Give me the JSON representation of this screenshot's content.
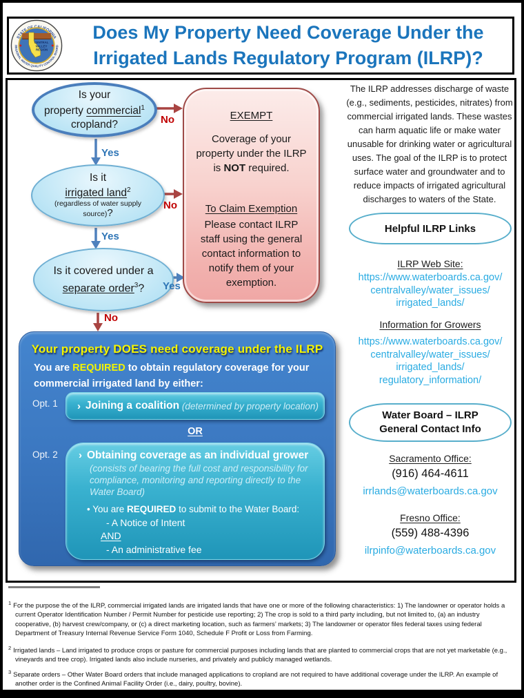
{
  "colors": {
    "title-blue": "#1b75bc",
    "link-cyan": "#29abe2",
    "no-red": "#c00000",
    "yes-blue": "#2e75b6",
    "arrow-red": "#a94442",
    "arrow-blue": "#4f81bd",
    "oval-border": "#4a7ebc",
    "exempt-border": "#9e4a47",
    "yellow": "#f4f400",
    "pill-border": "#57aecb"
  },
  "header": {
    "title_lines": [
      "Does My Property Need Coverage Under the",
      "Irrigated Lands Regulatory Program (ILRP)?"
    ],
    "seal": {
      "top_text": "STATE OF CALIFORNIA",
      "bottom_text": "REGIONAL WATER QUALITY CONTROL BOARD",
      "center_lines": [
        "CENTRAL",
        "VALLEY",
        "REGION"
      ]
    }
  },
  "flowchart": {
    "labels": {
      "yes": "Yes",
      "no": "No"
    },
    "q1": {
      "line1": "Is your",
      "line2_pre": "property ",
      "line2_underline": "commercial",
      "line2_sup": "1",
      "line3": "cropland?"
    },
    "q2": {
      "line1": "Is it",
      "line2_underline": "irrigated land",
      "line2_sup": "2",
      "small_line1": "(regardless of water supply",
      "small_line2": "source)",
      "qmark": "?"
    },
    "q3": {
      "line1": "Is it covered under a",
      "line2_underline": "separate order",
      "line2_sup": "3",
      "line2_post": "?"
    },
    "exempt": {
      "heading": "EXEMPT",
      "body_pre": "Coverage of your property under the ILRP is ",
      "body_bold": "NOT",
      "body_post": " required.",
      "claim_heading": "To Claim Exemption",
      "claim_body": "Please contact ILRP staff using the general contact information to notify them of your exemption."
    }
  },
  "coverage_box": {
    "title": "Your property DOES need coverage under the ILRP",
    "subtitle_pre": "You are ",
    "subtitle_required": "REQUIRED",
    "subtitle_post": " to obtain regulatory coverage for your commercial irrigated land by either:",
    "arrow_glyph": "›",
    "or_label": "OR",
    "opt1": {
      "label": "Opt. 1",
      "bold": "Joining a coalition",
      "italic": "(determined by property location)"
    },
    "opt2": {
      "label": "Opt. 2",
      "bold": "Obtaining coverage as an individual grower",
      "italic": "(consists of bearing the full cost and responsibility for compliance, monitoring and reporting directly to the Water Board)",
      "bullet_glyph": "•",
      "bullet_pre": "You are ",
      "bullet_required": "REQUIRED",
      "bullet_post": " to submit to the Water Board:",
      "item1": "- A Notice of Intent",
      "and_label": "AND",
      "item2": "- An administrative fee"
    }
  },
  "sidebar": {
    "intro": "The ILRP addresses discharge of waste (e.g., sediments, pesticides, nitrates) from commercial irrigated lands. These wastes can harm aquatic life or make water unusable for drinking water or agricultural uses. The goal of the ILRP is to protect surface water and groundwater and to reduce impacts of irrigated agricultural discharges to waters of the State.",
    "links_pill": "Helpful ILRP Links",
    "website_label": "ILRP Web Site:",
    "website_url_lines": [
      "https://www.waterboards.ca.gov/",
      "centralvalley/water_issues/",
      "irrigated_lands/"
    ],
    "growers_label": "Information for Growers",
    "growers_url_lines": [
      "https://www.waterboards.ca.gov/",
      "centralvalley/water_issues/",
      "irrigated_lands/",
      "regulatory_information/"
    ],
    "contact_pill_lines": [
      "Water Board – ILRP",
      "General Contact Info"
    ],
    "sacramento": {
      "label": "Sacramento Office:",
      "phone": "(916) 464-4611",
      "email": "irrlands@waterboards.ca.gov"
    },
    "fresno": {
      "label": "Fresno Office:",
      "phone": "(559) 488-4396",
      "email": "ilrpinfo@waterboards.ca.gov"
    }
  },
  "footnotes": {
    "fn1": {
      "sup": "1",
      "text": "For the purpose the of the ILRP, commercial irrigated lands are irrigated lands that have one or more of the following characteristics: 1) The landowner or operator holds a current Operator Identification Number / Permit Number for pesticide use reporting; 2) The crop is sold to a third party including, but not limited to, (a) an industry cooperative, (b) harvest crew/company, or (c) a direct marketing location, such as farmers’ markets; 3) The landowner or operator files federal taxes using federal Department of Treasury Internal Revenue Service Form 1040, Schedule F Profit or Loss from Farming."
    },
    "fn2": {
      "sup": "2",
      "text": "Irrigated lands – Land irrigated to produce crops or pasture for commercial purposes including lands that are planted to commercial crops that are not yet marketable (e.g., vineyards and tree crop). Irrigated lands also include nurseries, and privately and publicly managed wetlands."
    },
    "fn3": {
      "sup": "3",
      "text": "Separate orders – Other Water Board orders that include managed applications to cropland are not required to have additional coverage under the ILRP. An example of another order is the Confined Animal Facility Order (i.e., dairy, poultry, bovine)."
    }
  }
}
